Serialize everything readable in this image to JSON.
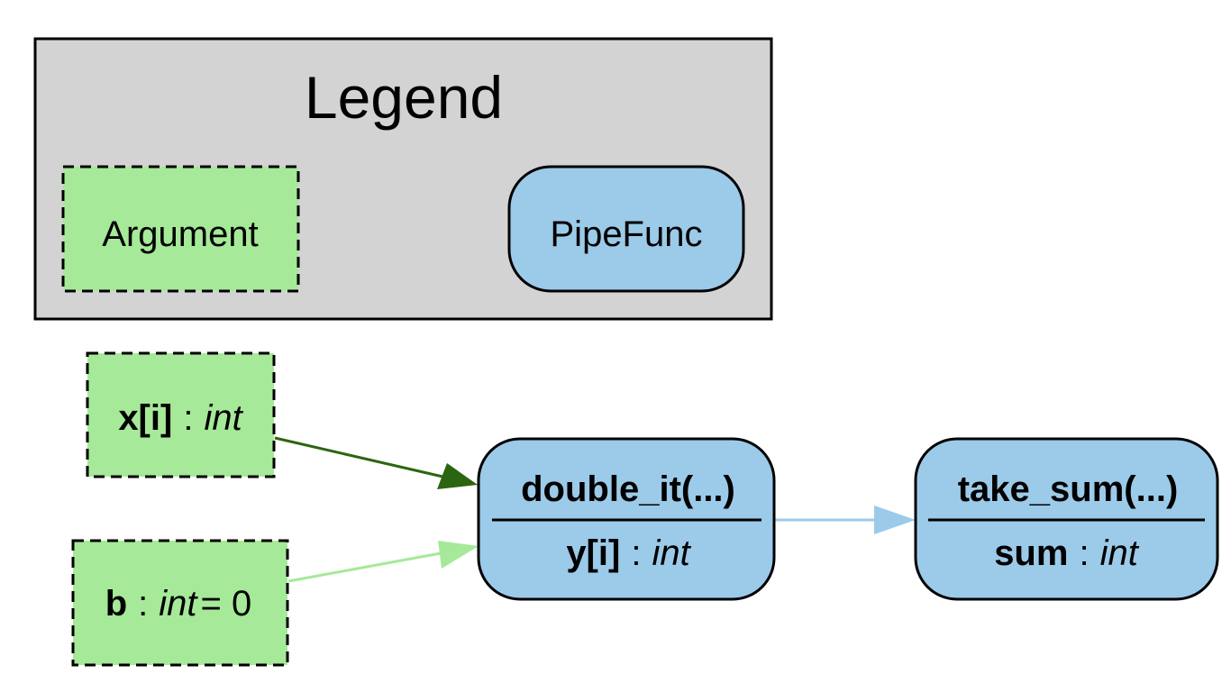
{
  "legend": {
    "title": "Legend",
    "items": [
      {
        "label": "Argument",
        "kind": "argument"
      },
      {
        "label": "PipeFunc",
        "kind": "pipefunc"
      }
    ]
  },
  "colors": {
    "argument_fill": "#a6e999",
    "pipefunc_fill": "#9ccae9",
    "legend_fill": "#d3d3d3",
    "edge_required": "#2c650f",
    "edge_default": "#a6e999",
    "edge_output": "#9ccae9"
  },
  "nodes": {
    "x": {
      "name": "x[i]",
      "sep": ":",
      "type": "int"
    },
    "b": {
      "name": "b",
      "sep": ":",
      "type": "int",
      "default": "= 0"
    },
    "double_it": {
      "title": "double_it(...)",
      "output_name": "y[i]",
      "sep": ":",
      "output_type": "int"
    },
    "take_sum": {
      "title": "take_sum(...)",
      "output_name": "sum",
      "sep": ":",
      "output_type": "int"
    }
  },
  "edges": [
    {
      "from": "x",
      "to": "double_it",
      "style": "required"
    },
    {
      "from": "b",
      "to": "double_it",
      "style": "default"
    },
    {
      "from": "double_it",
      "to": "take_sum",
      "style": "output"
    }
  ]
}
